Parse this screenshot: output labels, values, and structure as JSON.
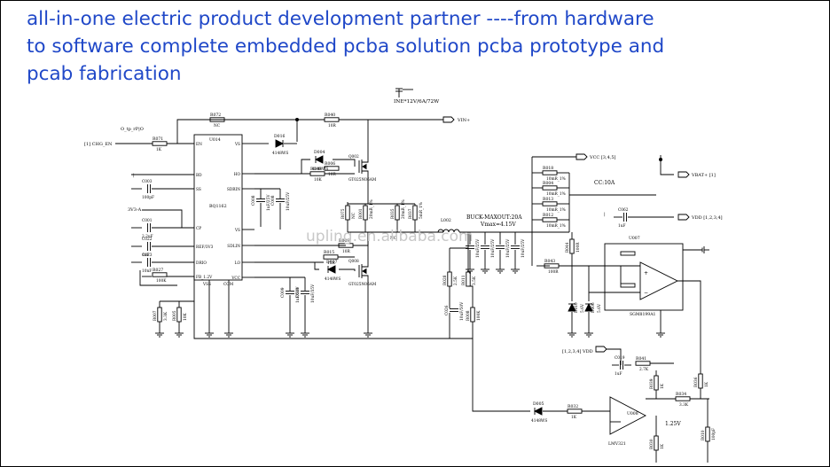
{
  "headline": [
    "all-in-one electric product development partner ----from hardware",
    "to software complete embedded pcba solution pcba prototype and",
    "pcab fabrication"
  ],
  "watermark": "upling.en.alibaba.com",
  "power_input": "INE*12V/6A/72W",
  "buck_note": [
    "BUCK-MAXOUT:20A",
    "Vmax=4.15V"
  ],
  "cc_note": "CC:10A",
  "voltage_1v25": "1.25V",
  "ports": [
    {
      "id": "p-chg",
      "text": "[1]  CHG_EN"
    },
    {
      "id": "p-3v3",
      "text": "3V3-A"
    },
    {
      "id": "p-vcc",
      "text": "VCC  [3,4,5]"
    },
    {
      "id": "p-vbat",
      "text": "VBAT+  [1]"
    },
    {
      "id": "p-vdd",
      "text": "VDD   [1,2,3,4]"
    },
    {
      "id": "p-vdd2",
      "text": "[1,2,3,4]  VDD"
    },
    {
      "id": "p-vin",
      "text": "VIN+"
    }
  ],
  "ics": [
    {
      "id": "u-main",
      "ref": "U014",
      "part": "BQ1162",
      "pins_left": [
        "EN",
        "BD",
        "SS",
        "CP",
        "REF/3V3",
        "DRIO",
        "FB_1.2V"
      ],
      "pins_right": [
        "VS",
        "HO",
        "SDRIN",
        "VS",
        "SDLIN",
        "LO",
        "VCC"
      ],
      "pins_bottom": [
        "VSS",
        "COM"
      ]
    },
    {
      "id": "u-opamp",
      "ref": "U007",
      "part": "SGM8199A1"
    },
    {
      "id": "u-cmp",
      "ref": "U008",
      "part": "LMV321"
    }
  ],
  "parts": [
    {
      "id": "r072",
      "ref": "R072",
      "val": "NC"
    },
    {
      "id": "r040",
      "ref": "R040",
      "val": "10R"
    },
    {
      "id": "r071",
      "ref": "R071",
      "val": "1K"
    },
    {
      "id": "c-in",
      "ref": "",
      "val": "10uF/50"
    },
    {
      "id": "d016",
      "ref": "D016",
      "val": "4148WS"
    },
    {
      "id": "d004",
      "ref": "D004",
      "val": "4148WS"
    },
    {
      "id": "r006",
      "ref": "R006",
      "val": "10R"
    },
    {
      "id": "q002",
      "ref": "Q002",
      "val": "GT025N06AM"
    },
    {
      "id": "r049",
      "ref": "R049",
      "val": "10K"
    },
    {
      "id": "c003",
      "ref": "C003",
      "val": "100pF"
    },
    {
      "id": "c008",
      "ref": "C008",
      "val": "1uF/25V"
    },
    {
      "id": "c-sw",
      "ref": "C008",
      "val": "10uF/25V"
    },
    {
      "id": "r075",
      "ref": "R075",
      "val": "NC"
    },
    {
      "id": "r001",
      "ref": "R001",
      "val": "20mR_1%"
    },
    {
      "id": "r035",
      "ref": "R035",
      "val": "20mR_1%"
    },
    {
      "id": "r037",
      "ref": "R037",
      "val": "5mR_1%"
    },
    {
      "id": "c001",
      "ref": "C001",
      "val": "2.2uF"
    },
    {
      "id": "c022",
      "ref": "C022",
      "val": "1nF"
    },
    {
      "id": "c023",
      "ref": "C023",
      "val": "10nF"
    },
    {
      "id": "r027",
      "ref": "R027",
      "val": "100K"
    },
    {
      "id": "r009",
      "ref": "R009",
      "val": "10R"
    },
    {
      "id": "r015",
      "ref": "R015",
      "val": "15R"
    },
    {
      "id": "d007",
      "ref": "D007",
      "val": "4148WS"
    },
    {
      "id": "q008",
      "ref": "Q008",
      "val": "GT025N06AM"
    },
    {
      "id": "c009",
      "ref": "C009",
      "val": "1uF/50V"
    },
    {
      "id": "c010",
      "ref": "C010",
      "val": "10uF/35V"
    },
    {
      "id": "l002",
      "ref": "L002",
      "val": ""
    },
    {
      "id": "c-o1",
      "ref": "",
      "val": "10uF/25V"
    },
    {
      "id": "c-o2",
      "ref": "",
      "val": "10uF/25V"
    },
    {
      "id": "c-o3",
      "ref": "",
      "val": "10uF/25V"
    },
    {
      "id": "c-o4",
      "ref": "",
      "val": "10uF/25V"
    },
    {
      "id": "r028",
      "ref": "R028",
      "val": "2.5K"
    },
    {
      "id": "r011",
      "ref": "R011",
      "val": "3.5K"
    },
    {
      "id": "c026",
      "ref": "C026",
      "val": "10uF/50V"
    },
    {
      "id": "r008",
      "ref": "R008",
      "val": "100K"
    },
    {
      "id": "r018",
      "ref": "R018",
      "val": "10mR_1%"
    },
    {
      "id": "r004",
      "ref": "R004",
      "val": "10mR_1%"
    },
    {
      "id": "r013",
      "ref": "R013",
      "val": "10mR_1%"
    },
    {
      "id": "r012",
      "ref": "R012",
      "val": "10mR_1%"
    },
    {
      "id": "c062",
      "ref": "C062",
      "val": "1uF"
    },
    {
      "id": "r044",
      "ref": "R044",
      "val": "100R"
    },
    {
      "id": "r043",
      "ref": "R043",
      "val": "100R"
    },
    {
      "id": "d010",
      "ref": "D010",
      "val": "5.6V"
    },
    {
      "id": "d006",
      "ref": "D006",
      "val": "5.6V"
    },
    {
      "id": "r007",
      "ref": "R007",
      "val": "3.3K"
    },
    {
      "id": "r005",
      "ref": "R005",
      "val": "10K"
    },
    {
      "id": "c019",
      "ref": "C019",
      "val": "1uF"
    },
    {
      "id": "r041",
      "ref": "R041",
      "val": "2.7K"
    },
    {
      "id": "r039",
      "ref": "R039",
      "val": "1K"
    },
    {
      "id": "r036",
      "ref": "R036",
      "val": "1K"
    },
    {
      "id": "r034",
      "ref": "R034",
      "val": "3.3K"
    },
    {
      "id": "r030",
      "ref": "R030",
      "val": "1K"
    },
    {
      "id": "d005",
      "ref": "D005",
      "val": "4148WS"
    },
    {
      "id": "r032",
      "ref": "R032",
      "val": "1K"
    },
    {
      "id": "r010",
      "ref": "R010",
      "val": "100pF"
    }
  ],
  "colors": {
    "headline": "#2048c8",
    "ink": "#000000",
    "frame": "#000000",
    "watermark": "#c8c8c8"
  }
}
